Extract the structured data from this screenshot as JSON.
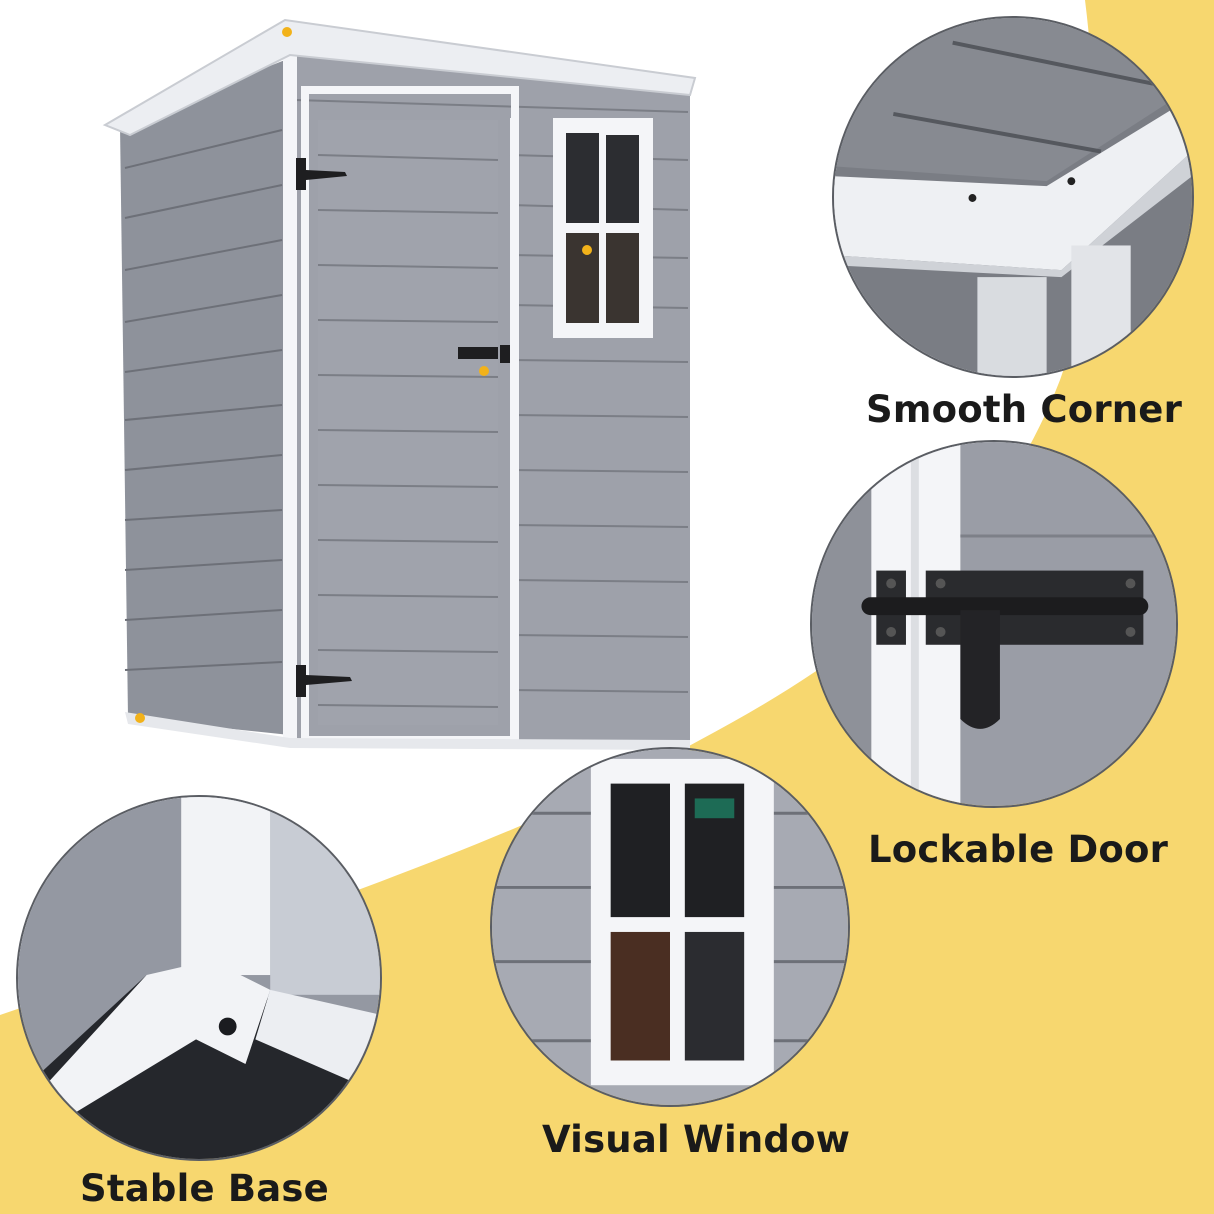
{
  "colors": {
    "accent_yellow": "#f7d76f",
    "background": "#ffffff",
    "shed_panel": "#9a9da6",
    "shed_trim": "#f4f5f8",
    "text": "#1a1a1a",
    "hotspot": "#f2b21a"
  },
  "product": {
    "name": "Outdoor storage shed",
    "hotspots": [
      {
        "id": "roof-corner"
      },
      {
        "id": "door-latch"
      },
      {
        "id": "window"
      },
      {
        "id": "base-corner"
      }
    ]
  },
  "features": [
    {
      "label": "Smooth Corner",
      "icon": "roof-corner-closeup"
    },
    {
      "label": "Lockable Door",
      "icon": "barrel-bolt-latch-closeup"
    },
    {
      "label": "Visual Window",
      "icon": "window-closeup"
    },
    {
      "label": "Stable Base",
      "icon": "base-corner-closeup"
    }
  ]
}
